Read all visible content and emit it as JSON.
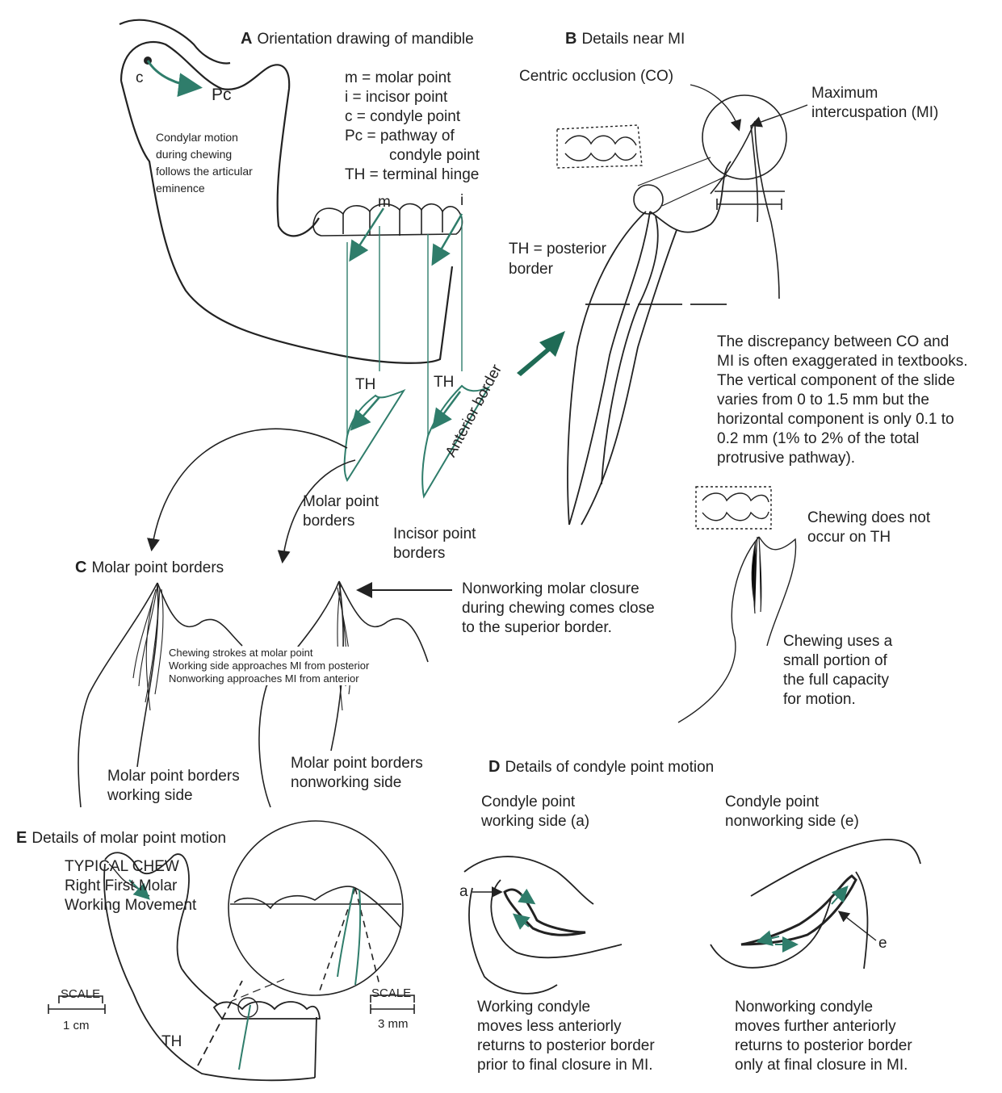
{
  "panels": {
    "A": {
      "letter": "A",
      "title": "Orientation drawing of mandible"
    },
    "B": {
      "letter": "B",
      "title": "Details near MI"
    },
    "C": {
      "letter": "C",
      "title": "Molar point borders"
    },
    "D": {
      "letter": "D",
      "title": "Details of condyle point motion"
    },
    "E": {
      "letter": "E",
      "title": "Details of molar point motion"
    }
  },
  "legend": {
    "m": "m = molar point",
    "i": "i = incisor point",
    "c": "c = condyle point",
    "pc1": "Pc = pathway of",
    "pc2": "condyle point",
    "th": "TH = terminal hinge"
  },
  "labels": {
    "c": "c",
    "pc": "Pc",
    "m": "m",
    "i": "i",
    "th_molar": "TH",
    "th_incisor": "TH",
    "condylar_motion": "Condylar motion\nduring chewing\nfollows the articular\neminence",
    "molar_point_borders": "Molar point\nborders",
    "incisor_point_borders": "Incisor point\nborders",
    "anterior_border": "Anterior border",
    "centric_occlusion": "Centric occlusion (CO)",
    "max_intercuspation": "Maximum\nintercuspation (MI)",
    "th_posterior": "TH = posterior\nborder",
    "discrepancy": "The discrepancy between CO and\nMI is often exaggerated in textbooks.\nThe vertical component of the slide\nvaries from 0 to 1.5 mm but the\nhorizontal component is only 0.1 to\n0.2 mm (1% to 2% of the total\nprotrusive pathway).",
    "chewing_not_th": "Chewing does not\noccur on TH",
    "chewing_small": "Chewing uses a\nsmall portion of\nthe full capacity\nfor motion.",
    "nonworking_closure": "Nonworking molar closure\nduring chewing comes close\nto the superior border.",
    "chewing_strokes": "Chewing strokes at molar point\nWorking side approaches MI from posterior\nNonworking approaches MI from anterior",
    "molar_working": "Molar point borders\nworking side",
    "molar_nonworking": "Molar point borders\nnonworking side",
    "condyle_working_title": "Condyle point\nworking side (a)",
    "condyle_nonworking_title": "Condyle point\nnonworking side (e)",
    "condyle_a": "a",
    "condyle_e": "e",
    "working_condyle_text": "Working condyle\nmoves less anteriorly\nreturns to posterior border\nprior to final closure in MI.",
    "nonworking_condyle_text": "Nonworking condyle\nmoves further anteriorly\nreturns to posterior border\nonly at final closure in MI.",
    "typical_chew": "TYPICAL CHEW\nRight First Molar\nWorking Movement",
    "scale_left": "SCALE",
    "scale_left_value": "1 cm",
    "scale_right": "SCALE",
    "scale_right_value": "3 mm",
    "th_e": "TH"
  },
  "colors": {
    "teal": "#2f7d6b",
    "ink": "#222222",
    "arrow": "#1f6b55"
  }
}
